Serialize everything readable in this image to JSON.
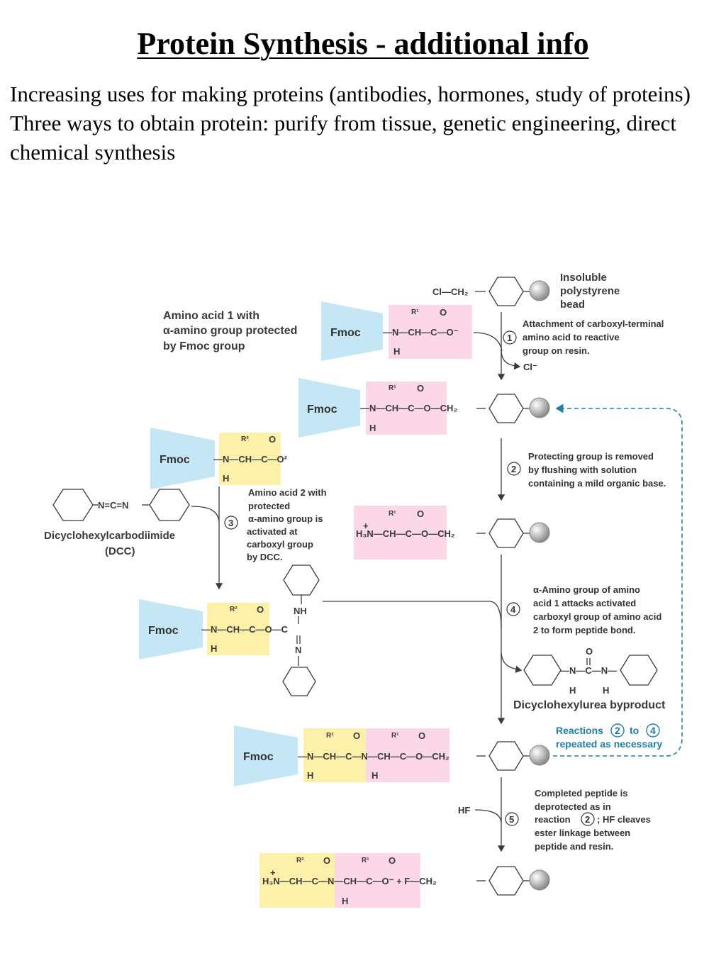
{
  "title": "Protein Synthesis - additional info",
  "intro": {
    "line1": "Increasing uses for making proteins (antibodies, hormones, study of proteins)",
    "line2": "Three ways to obtain protein: purify from tissue, genetic engineering, direct chemical synthesis"
  },
  "diagram": {
    "bead_label": [
      "Insoluble",
      "polystyrene",
      "bead"
    ],
    "clch2": "Cl—CH₂",
    "aa1_label": [
      "Amino acid 1 with",
      "α-amino group protected",
      "by Fmoc group"
    ],
    "fmoc": "Fmoc",
    "r1": "R¹",
    "r2": "R²",
    "o": "O",
    "h": "H",
    "nh": "NH",
    "n": "N",
    "c": "C",
    "backbone_o_minus": "—N—CH—C—O⁻",
    "backbone_o_ch2": "—N—CH—C—O—CH₂",
    "backbone_o2": "—N—CH—C—O²",
    "backbone_h3n": "H₃N—CH—C—O—CH₂",
    "backbone_dcc_adduct": "—N—CH—C—O—C",
    "backbone_dipeptide": "—N—CH—C—N—CH—C—O—CH₂",
    "final_product": "H₃N—CH—C—N—CH—C—O⁻  + F—CH₂",
    "plus": "+",
    "cl_minus": "Cl⁻",
    "step1": [
      "Attachment  of carboxyl-terminal",
      "amino acid to reactive",
      "group on resin."
    ],
    "step2": [
      "Protecting  group is removed",
      "by flushing with solution",
      "containing a mild organic base."
    ],
    "step3": [
      "Amino  acid 2 with",
      "protected",
      "α-amino group is",
      "activated  at",
      "carboxyl group",
      "by DCC."
    ],
    "step4": [
      "α-Amino  group of amino",
      "acid  1 attacks  activated",
      "carboxyl group of amino acid",
      "2  to form peptide bond."
    ],
    "step5": [
      "Completed peptide is",
      "deprotected as  in",
      "reaction",
      "; HF cleaves",
      "ester linkage  between",
      "peptide and resin."
    ],
    "dcc_formula": "N=C=N",
    "dcc_name": [
      "Dicyclohexylcarbodiimide",
      "(DCC)"
    ],
    "urea_formula": "—N—C—N—",
    "urea_name": "Dicyclohexylurea byproduct",
    "repeat_label": [
      "Reactions",
      "to",
      "repeated as  necessary"
    ],
    "hf": "HF",
    "step_numbers": [
      "1",
      "2",
      "3",
      "4",
      "5"
    ],
    "colors": {
      "fmoc_blue": "#c5e7f5",
      "pink": "#fbd7e8",
      "yellow": "#fdf1a9",
      "teal": "#1f7fa8"
    }
  }
}
